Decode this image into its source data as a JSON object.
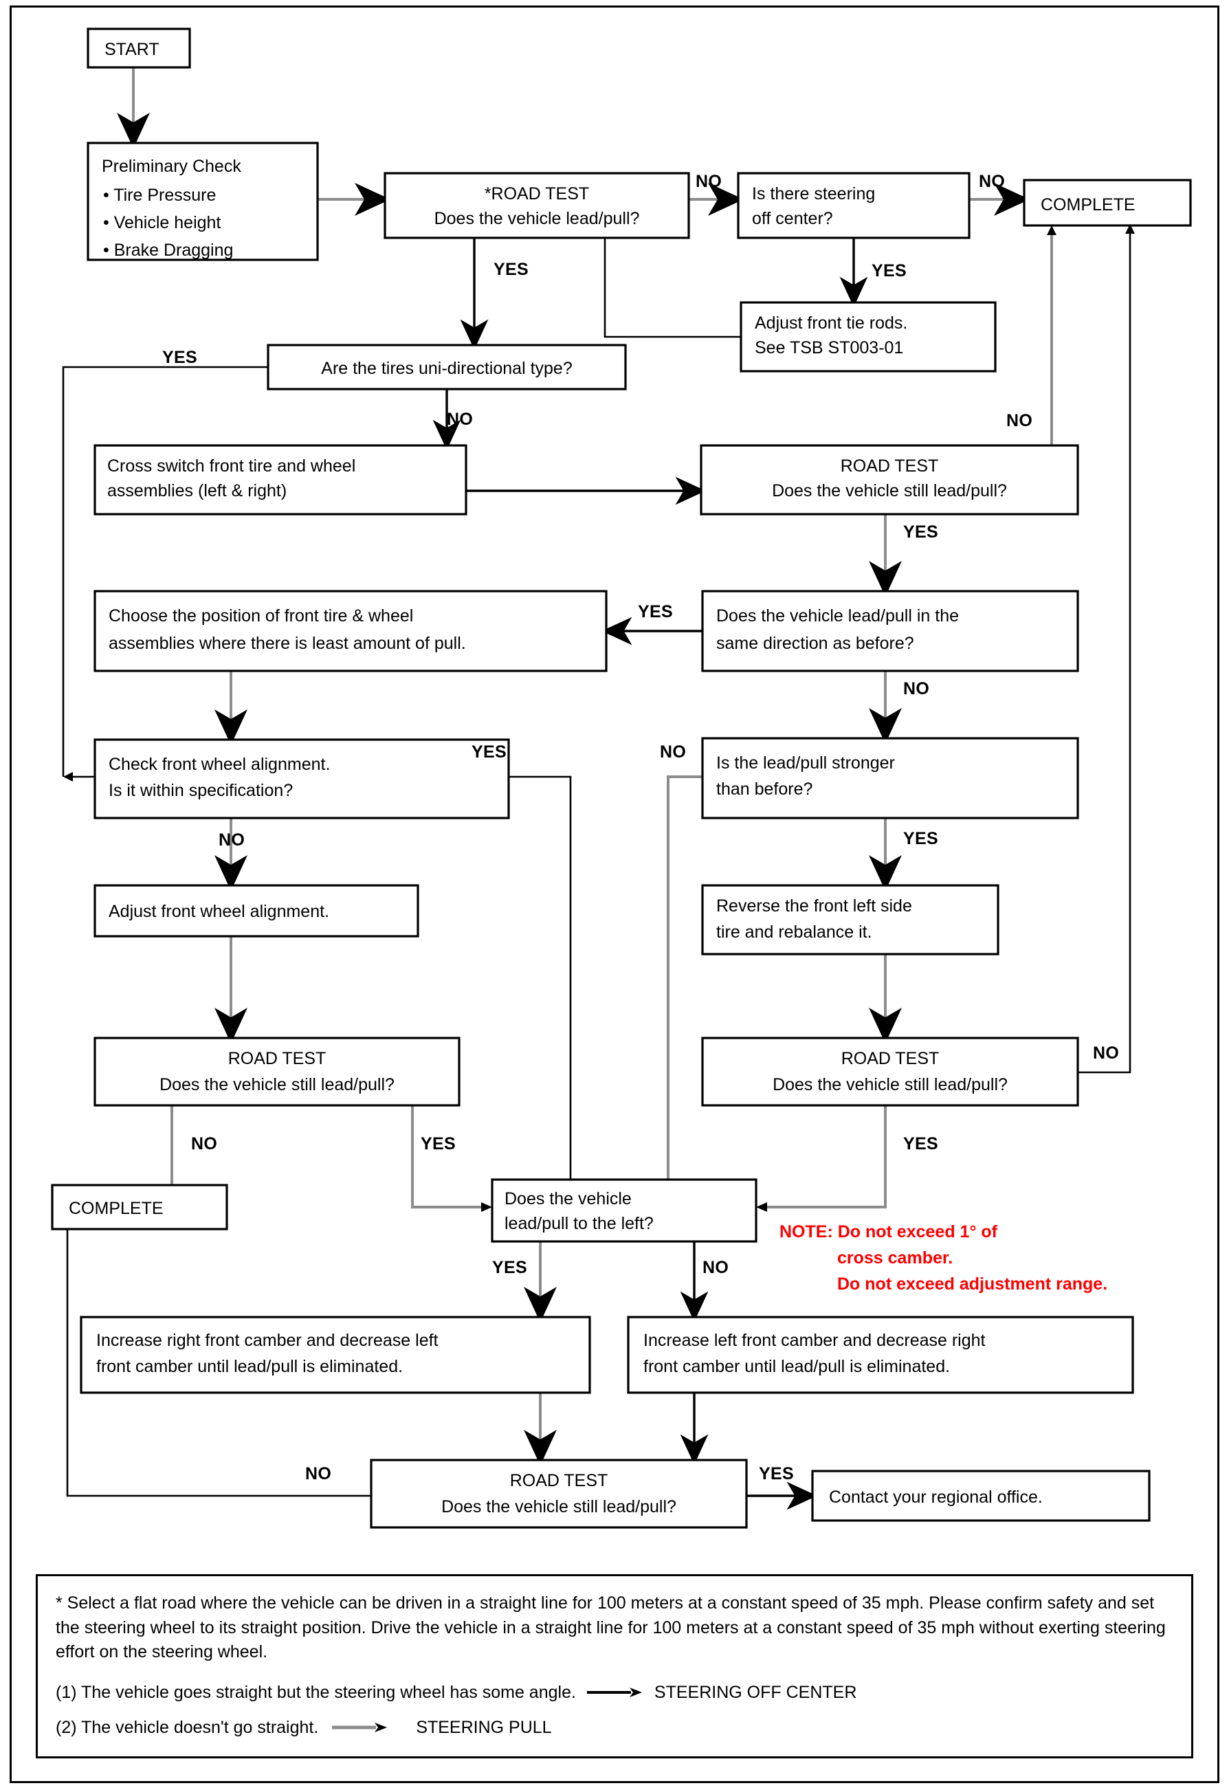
{
  "diagram": {
    "title": "Steering Lead/Pull Diagnostic Flowchart",
    "accent_note_color": "#ff0000",
    "nodes": {
      "start": "START",
      "preliminary_check": {
        "heading": "Preliminary Check",
        "bullets": [
          "Tire Pressure",
          "Vehicle height",
          "Brake Dragging"
        ]
      },
      "road_test_1": {
        "line1": "*ROAD TEST",
        "line2": "Does the vehicle lead/pull?"
      },
      "steering_off_center": {
        "line1": "Is there steering",
        "line2": "off center?"
      },
      "complete_top": "COMPLETE",
      "adjust_tie_rods": {
        "line1": "Adjust front tie rods.",
        "line2": "See TSB ST003-01"
      },
      "uni_directional": "Are the tires uni-directional type?",
      "cross_switch": {
        "line1": "Cross switch front tire and wheel",
        "line2": "assemblies (left & right)"
      },
      "road_test_2": {
        "line1": "ROAD TEST",
        "line2": "Does the vehicle still lead/pull?"
      },
      "choose_position": {
        "line1": "Choose the position of front tire & wheel",
        "line2": "assemblies where there is least amount of pull."
      },
      "same_direction": {
        "line1": "Does the vehicle lead/pull in the",
        "line2": "same direction as before?"
      },
      "check_alignment": {
        "line1": "Check front wheel alignment.",
        "line2": "Is it within specification?"
      },
      "stronger_than_before": {
        "line1": "Is the lead/pull stronger",
        "line2": "than before?"
      },
      "adjust_alignment": "Adjust front wheel alignment.",
      "reverse_tire": {
        "line1": "Reverse the front left side",
        "line2": "tire and rebalance it."
      },
      "road_test_3": {
        "line1": "ROAD TEST",
        "line2": "Does the vehicle still lead/pull?"
      },
      "road_test_4": {
        "line1": "ROAD TEST",
        "line2": "Does the vehicle still lead/pull?"
      },
      "complete_left": "COMPLETE",
      "lead_pull_left": {
        "line1": "Does the vehicle",
        "line2": "lead/pull to the left?"
      },
      "increase_right_camber": {
        "line1": "Increase right front camber and decrease left",
        "line2": "front camber until lead/pull is eliminated."
      },
      "increase_left_camber": {
        "line1": "Increase left front camber and decrease right",
        "line2": "front camber until lead/pull is eliminated."
      },
      "road_test_5": {
        "line1": "ROAD TEST",
        "line2": "Does the vehicle still lead/pull?"
      },
      "contact_office": "Contact your regional office."
    },
    "note": {
      "line1": "NOTE: Do not exceed 1° of",
      "line2": "cross camber.",
      "line3": "Do not exceed adjustment range."
    },
    "edge_labels": {
      "rt1_no": "NO",
      "rt1_yes": "YES",
      "off_center_no": "NO",
      "off_center_yes": "YES",
      "uni_yes": "YES",
      "uni_no": "NO",
      "rt2_no": "NO",
      "rt2_yes": "YES",
      "same_dir_yes": "YES",
      "same_dir_no": "NO",
      "align_yes": "YES",
      "align_no": "NO",
      "stronger_no": "NO",
      "stronger_yes": "YES",
      "rt3_no": "NO",
      "rt3_yes": "YES",
      "rt4_no": "NO",
      "rt4_yes": "YES",
      "left_yes": "YES",
      "left_no": "NO",
      "rt5_no": "NO",
      "rt5_yes": "YES"
    },
    "footnote": {
      "paragraph": "* Select a flat road where the vehicle can be driven in a straight line for 100 meters at a constant speed of 35 mph. Please confirm safety and set the steering wheel to its straight position. Drive the vehicle in a straight line for 100 meters at a constant speed of 35 mph without exerting steering effort on the steering wheel.",
      "item1_text": "(1) The vehicle goes straight but the steering wheel has some angle.",
      "item1_result": "STEERING OFF CENTER",
      "item2_text": "(2) The vehicle doesn't go straight.",
      "item2_result": "STEERING PULL"
    }
  }
}
